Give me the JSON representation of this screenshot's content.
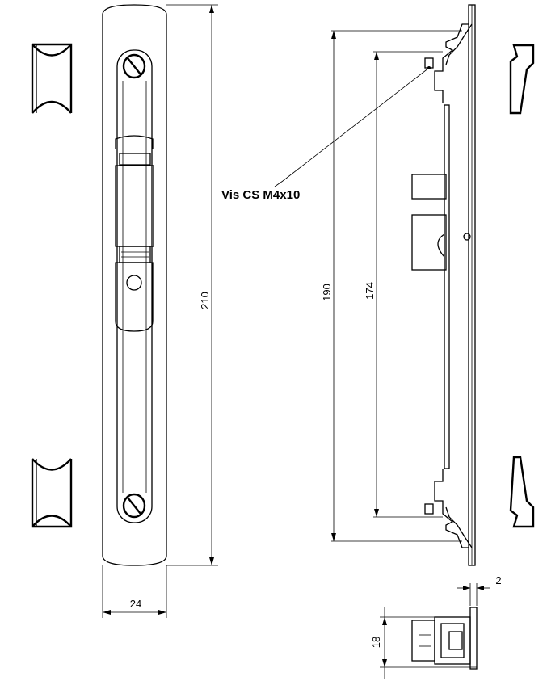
{
  "callout": {
    "screw_label": "Vis CS M4x10"
  },
  "dimensions": {
    "overall_length": "210",
    "width": "24",
    "hole_spacing_outer": "190",
    "hole_spacing_inner": "174",
    "plate_thickness": "2",
    "section_depth": "18"
  }
}
